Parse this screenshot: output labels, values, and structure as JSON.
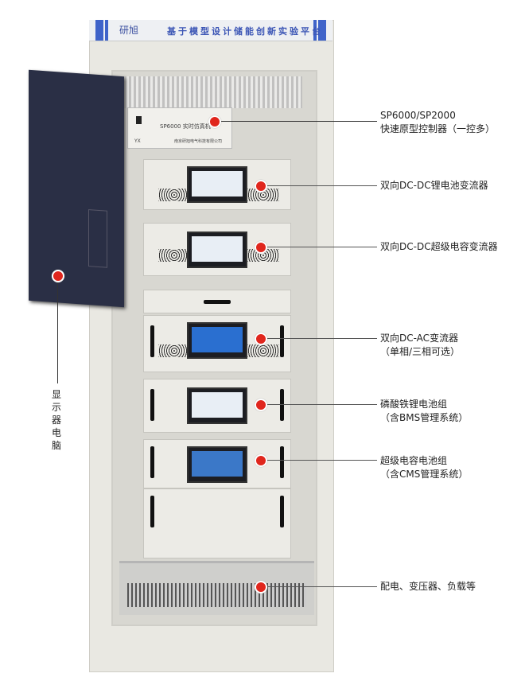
{
  "header": {
    "logo": "研旭",
    "title": "基于模型设计储能创新实验平台"
  },
  "device_labels": {
    "sp_box": "SP6000 实时仿真机",
    "sp_brand": "YX",
    "sp_company": "南京研旭电气科技有限公司"
  },
  "callouts": [
    {
      "lines": [
        "SP6000/SP2000",
        "快速原型控制器（一控多）"
      ]
    },
    {
      "lines": [
        "双向DC-DC锂电池变流器"
      ]
    },
    {
      "lines": [
        "双向DC-DC超级电容变流器"
      ]
    },
    {
      "lines": [
        "双向DC-AC变流器",
        "（单相/三相可选）"
      ]
    },
    {
      "lines": [
        "磷酸铁锂电池组",
        "（含BMS管理系统）"
      ]
    },
    {
      "lines": [
        "超级电容电池组",
        "（含CMS管理系统）"
      ]
    },
    {
      "lines": [
        "配电、变压器、负载等"
      ]
    }
  ],
  "monitor_label": "显示器电脑",
  "colors": {
    "marker": "#e0261d",
    "header_accent": "#3f63c9"
  }
}
